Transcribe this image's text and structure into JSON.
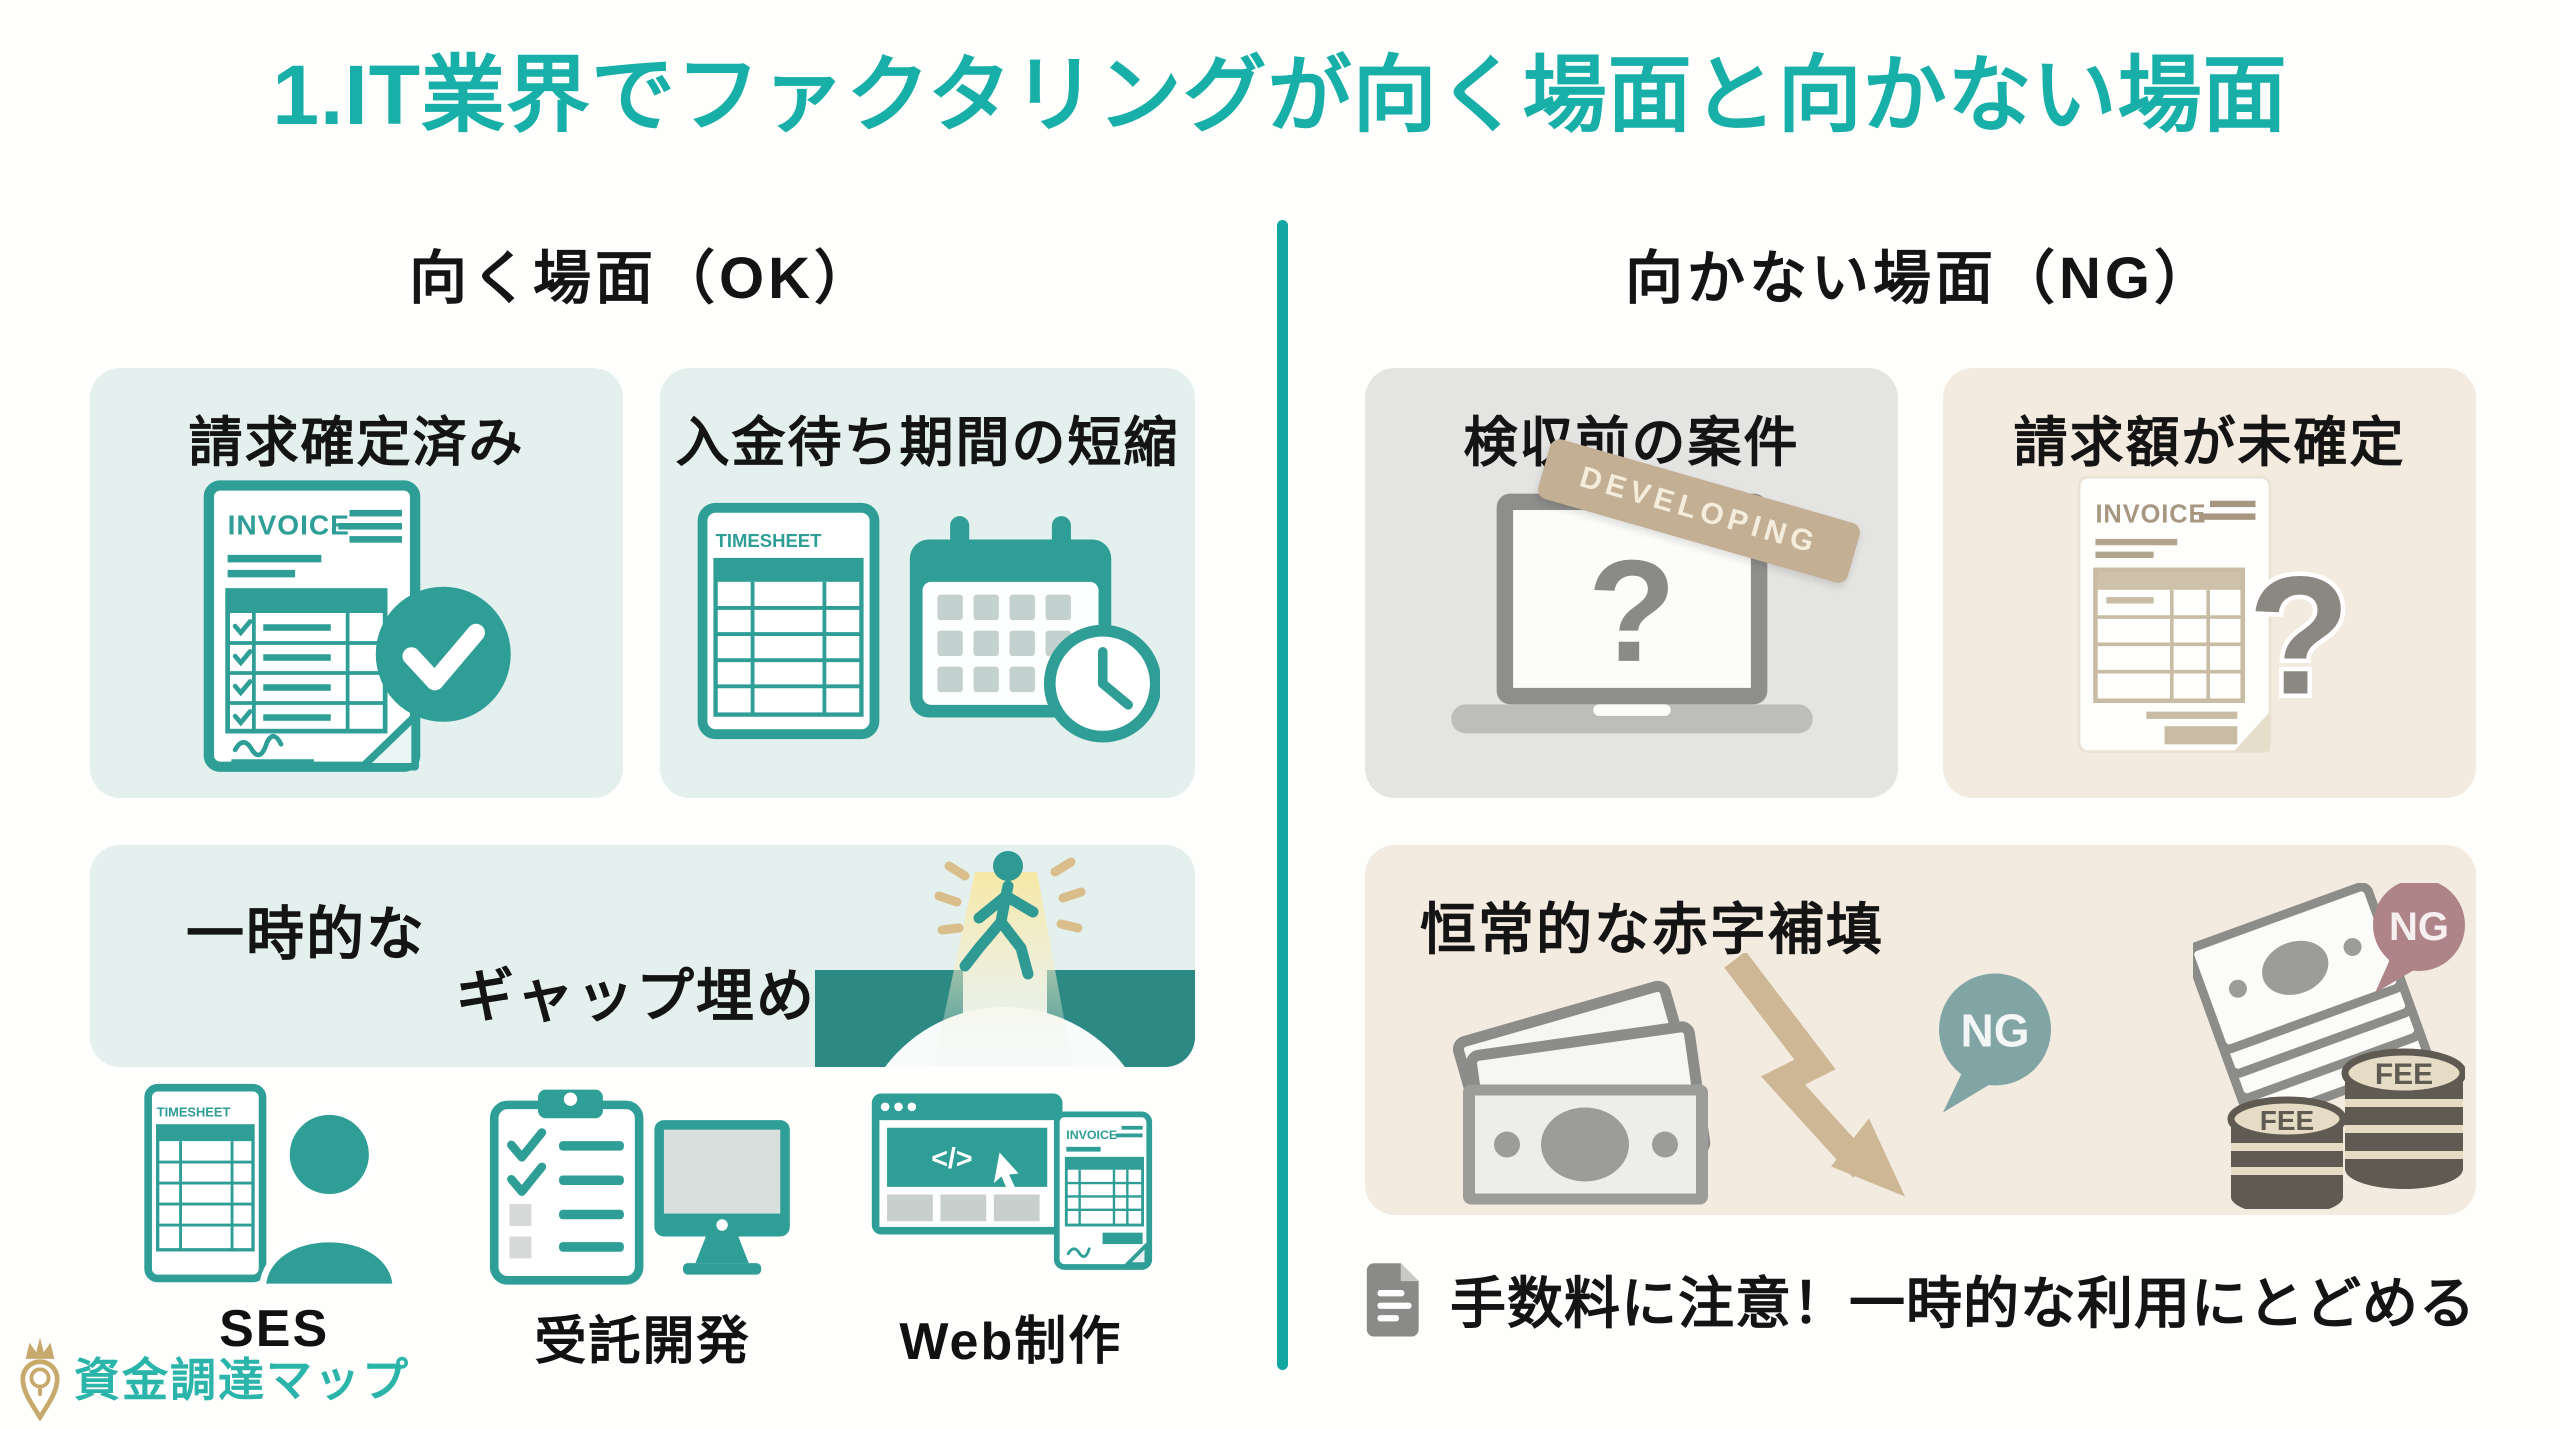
{
  "title": "1.IT業界でファクタリングが向く場面と向かない場面",
  "labels": {
    "invoice": "INVOICE",
    "timesheet": "TIMESHEET",
    "developing": "DEVELOPING",
    "ng": "NG",
    "fee": "FEE",
    "question": "?",
    "code": "</>"
  },
  "left": {
    "header": "向く場面（OK）",
    "card_invoice_confirmed": {
      "title": "請求確定済み"
    },
    "card_payment_wait": {
      "title": "入金待ち期間の短縮"
    },
    "card_gap": {
      "line1": "一時的な",
      "line2": "ギャップ埋め"
    },
    "industries": [
      {
        "label": "SES"
      },
      {
        "label": "受託開発"
      },
      {
        "label": "Web制作"
      }
    ]
  },
  "right": {
    "header": "向かない場面（NG）",
    "card_pre_acceptance": {
      "title": "検収前の案件"
    },
    "card_unfixed_amount": {
      "title": "請求額が未確定"
    },
    "card_deficit": {
      "title": "恒常的な赤字補填"
    },
    "note": "手数料に注意！一時的な利用にとどめる"
  },
  "footer": {
    "brand": "資金調達マップ"
  },
  "colors": {
    "teal_title": "#17AFA7",
    "teal_icon": "#2E9E97",
    "teal_dark": "#2C8984",
    "mint_bg": "#E3F0ED",
    "gray_bg": "#E4E4E2",
    "beige_bg": "#F3EBDF",
    "tan": "#C3B094",
    "ng_teal_bubble": "#81A4A5",
    "ng_mauve_bubble": "#AF8488",
    "coin_dark": "#5F5B52",
    "coin_cream": "#E6DCC6",
    "money_gray": "#8C8C8A",
    "gold": "#C8A96C",
    "text_black": "#141414"
  }
}
